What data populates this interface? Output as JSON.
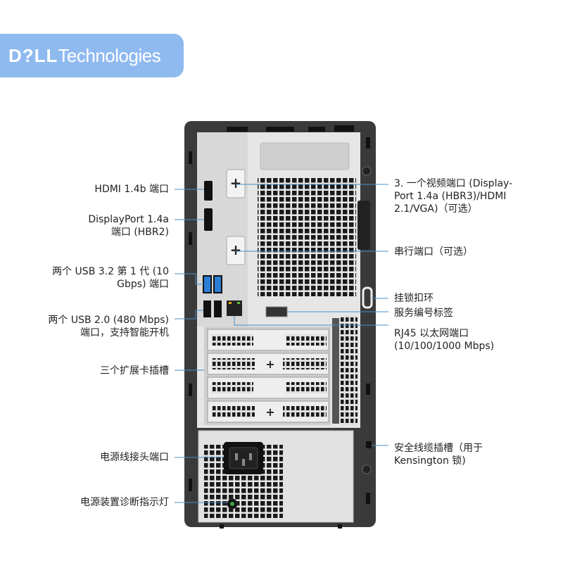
{
  "logo": {
    "brand": "D?LL",
    "suffix": "Technologies"
  },
  "labels_left": {
    "hdmi": "HDMI 1.4b 端口",
    "dp_line1": "DisplayPort 1.4a",
    "dp_line2": "端口 (HBR2)",
    "usb3_line1": "两个 USB 3.2 第 1 代 (10",
    "usb3_line2": "Gbps) 端口",
    "usb2_line1": "两个 USB 2.0 (480 Mbps)",
    "usb2_line2": "端口，支持智能开机",
    "expansion": "三个扩展卡插槽",
    "power_connector": "电源线接头端口",
    "psu_led": "电源装置诊断指示灯"
  },
  "labels_right": {
    "video_line1": "3. 一个视频端口 (Display-",
    "video_line2": "Port 1.4a (HBR3)/HDMI",
    "video_line3": "2.1/VGA)（可选）",
    "serial": "串行端口（可选）",
    "padlock": "挂锁扣环",
    "service_tag": "服务编号标签",
    "rj45_line1": "RJ45 以太网端口",
    "rj45_line2": "(10/100/1000 Mbps)",
    "kensington_line1": "安全线缆插槽（用于",
    "kensington_line2": "Kensington 锁)"
  },
  "colors": {
    "callout_line": "#4a90c8",
    "chassis": "#3a3a3a",
    "panel": "#dcdcdc",
    "logo_bg": "#8fbaf0"
  }
}
